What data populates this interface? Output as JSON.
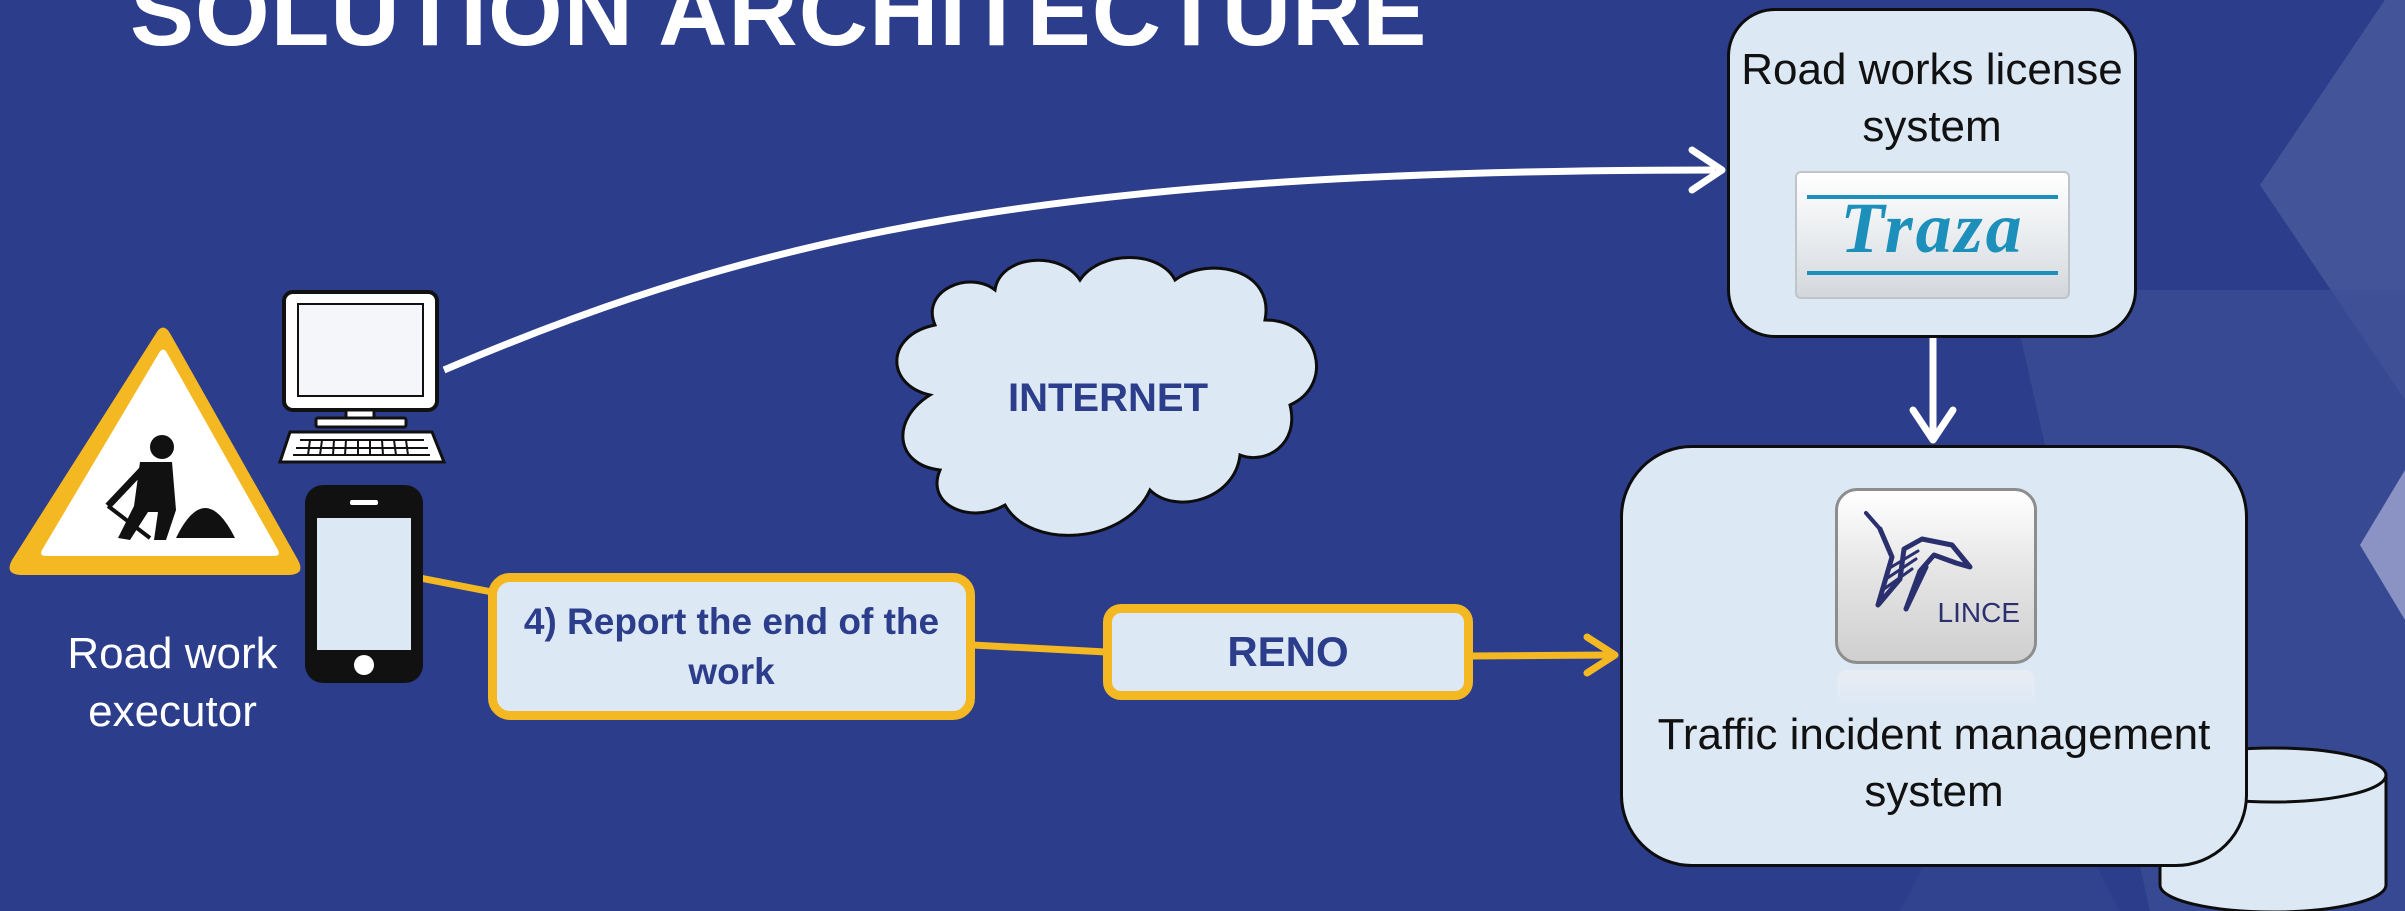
{
  "slide": {
    "title": "SOLUTION ARCHITECTURE",
    "background_color": "#2b3d8b",
    "accent_color": "#f4b822"
  },
  "nodes": {
    "executor": {
      "label": "Road work executor",
      "icons": [
        "road-works-warning-sign-icon",
        "desktop-computer-icon",
        "smartphone-icon"
      ]
    },
    "internet": {
      "label": "INTERNET",
      "shape": "cloud"
    },
    "report_step": {
      "label": "4) Report the end of the work"
    },
    "reno": {
      "label": "RENO"
    },
    "license_system": {
      "label": "Road works license system",
      "logo_text": "Traza"
    },
    "incident_system": {
      "label": "Traffic incident management system",
      "logo_text": "LINCE"
    }
  },
  "connections": [
    {
      "from": "executor",
      "to": "license_system",
      "color": "#ffffff"
    },
    {
      "from": "license_system",
      "to": "incident_system",
      "color": "#ffffff"
    },
    {
      "from": "executor",
      "to": "incident_system",
      "via": [
        "report_step",
        "reno"
      ],
      "color": "#f4b822"
    }
  ]
}
